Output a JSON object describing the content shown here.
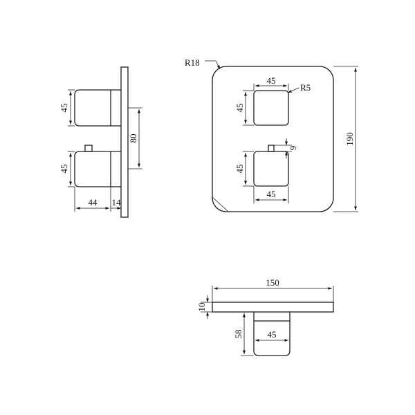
{
  "drawing": {
    "side_view": {
      "knob_height_top": "45",
      "knob_spacing": "80",
      "knob_height_bottom": "45",
      "knob_depth": "44",
      "plate_thickness": "14"
    },
    "front_view": {
      "corner_radius": "R18",
      "top_knob_width": "45",
      "knob_corner_radius": "R5",
      "top_knob_height": "45",
      "bottom_knob_height": "45",
      "pin_height": "9",
      "bottom_knob_width": "45",
      "plate_height": "190"
    },
    "top_view": {
      "plate_width": "150",
      "plate_thickness": "10",
      "knob_projection": "58",
      "knob_width": "45"
    }
  }
}
